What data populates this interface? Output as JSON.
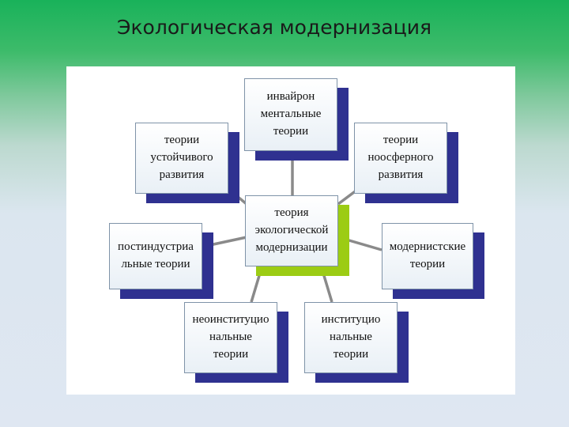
{
  "slide": {
    "title": "Экологическая модернизация"
  },
  "diagram": {
    "center": "теория\nэкологической\nмодернизации",
    "nodes": {
      "environmental": "инвайрон\nментальные\nтеории",
      "sustainable": "теории\nустойчивого\nразвития",
      "noosphere": "теории\nноосферного\nразвития",
      "postindustrial": "постиндустриа\nльные теории",
      "modernist": "модернистские\nтеории",
      "neoinstitutional": "неоинституцио\nнальные\nтеории",
      "institutional": "институцио\nнальные\nтеории"
    }
  },
  "colors": {
    "box_shadow": "#2f3190",
    "center_shadow": "#9ccc14",
    "connector": "#8a8a8a"
  }
}
